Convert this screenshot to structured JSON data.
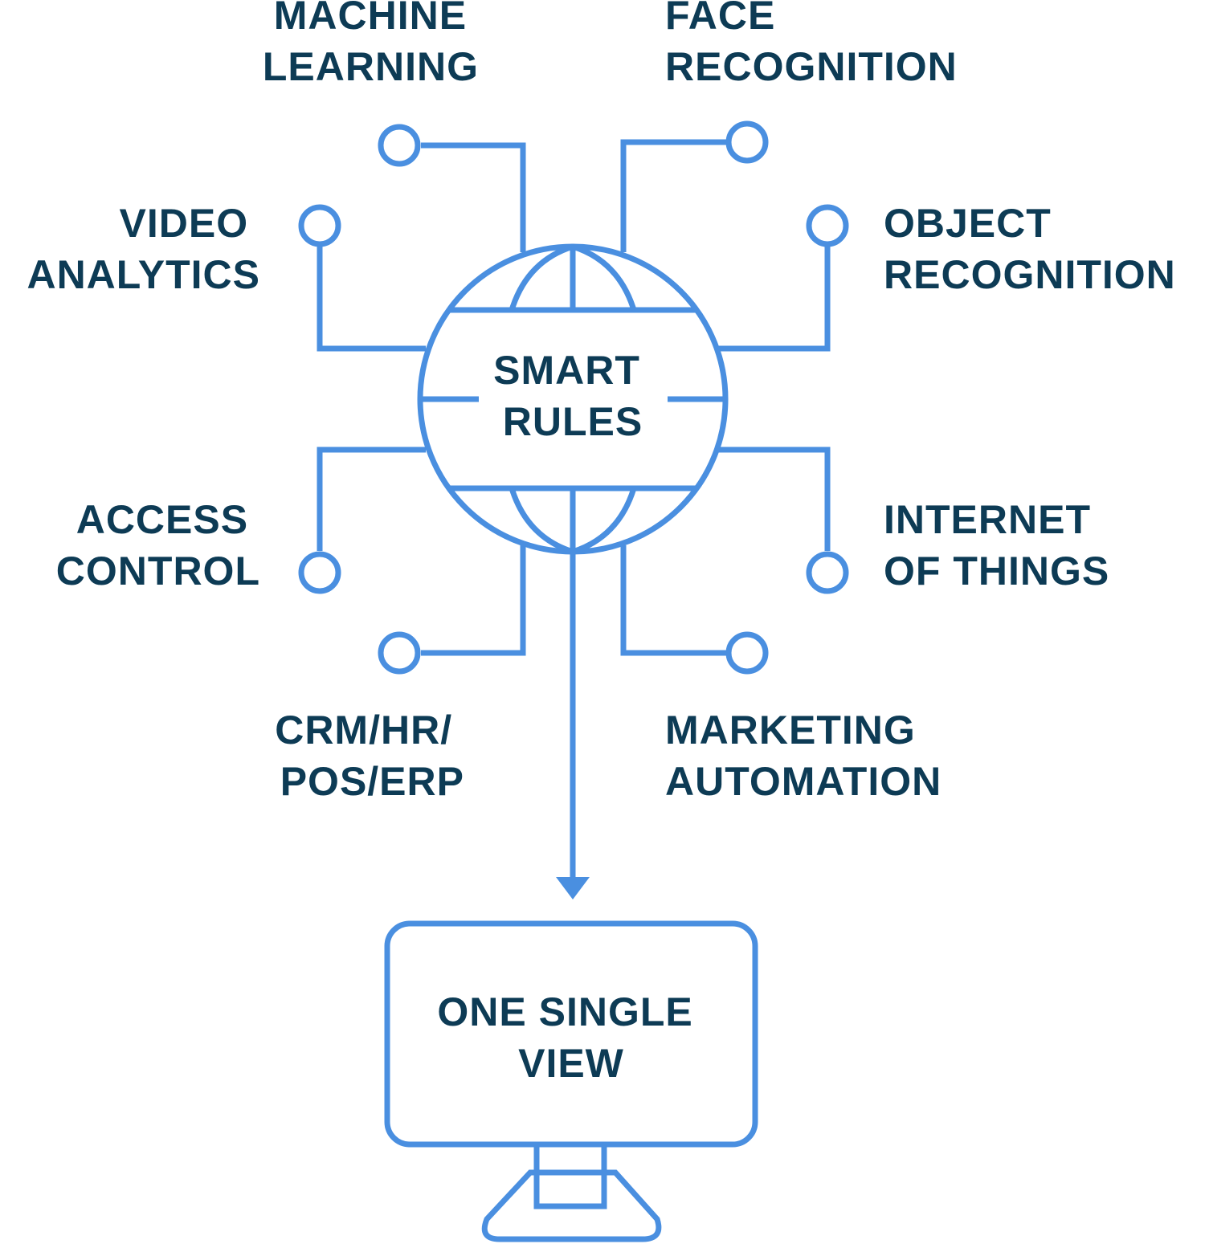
{
  "colors": {
    "line": "#4a8fe0",
    "text": "#0d3b55",
    "background": "#ffffff"
  },
  "center": {
    "line1": "SMART",
    "line2": "RULES"
  },
  "sources": {
    "machine_learning": {
      "line1": "MACHINE",
      "line2": "LEARNING"
    },
    "face_recognition": {
      "line1": "FACE",
      "line2": "RECOGNITION"
    },
    "video_analytics": {
      "line1": "VIDEO",
      "line2": "ANALYTICS"
    },
    "object_recognition": {
      "line1": "OBJECT",
      "line2": "RECOGNITION"
    },
    "access_control": {
      "line1": "ACCESS",
      "line2": "CONTROL"
    },
    "internet_of_things": {
      "line1": "INTERNET",
      "line2": "OF THINGS"
    },
    "crm_hr_pos_erp": {
      "line1": "CRM/HR/",
      "line2": "POS/ERP"
    },
    "marketing_automation": {
      "line1": "MARKETING",
      "line2": "AUTOMATION"
    }
  },
  "output": {
    "line1": "ONE SINGLE",
    "line2": "VIEW"
  }
}
